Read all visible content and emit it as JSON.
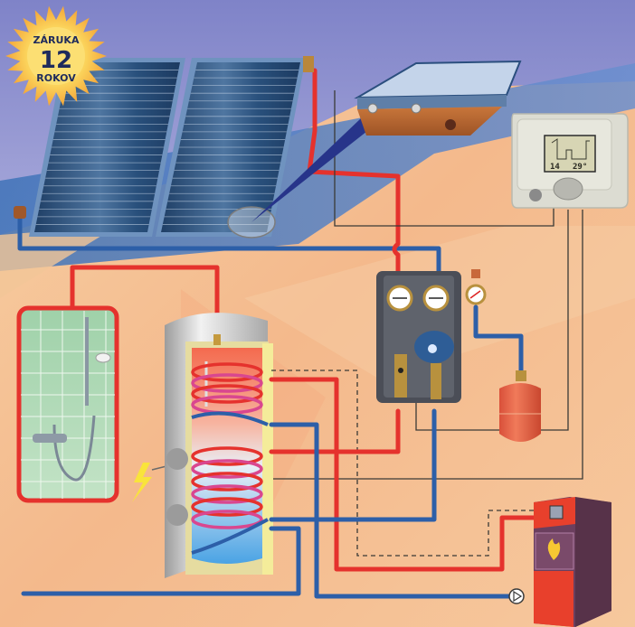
{
  "diagram": {
    "title": "Solar water heating system schematic",
    "warranty_badge": {
      "line1": "ZÁRUKA",
      "number": "12",
      "line2": "ROKOV",
      "color": "#f6b640"
    },
    "controller": {
      "display_left": "14",
      "display_right": "29°",
      "logo": "regulus-logo"
    },
    "components": [
      {
        "id": "solar-collector-1",
        "label": "Solar collector"
      },
      {
        "id": "solar-collector-2",
        "label": "Solar collector"
      },
      {
        "id": "collector-cutaway",
        "label": "Collector cross-section detail"
      },
      {
        "id": "solar-controller",
        "label": "Solar controller"
      },
      {
        "id": "pump-station",
        "label": "Solar pump station"
      },
      {
        "id": "expansion-vessel",
        "label": "Expansion vessel"
      },
      {
        "id": "storage-tank",
        "label": "Bivalent storage tank"
      },
      {
        "id": "shower",
        "label": "Shower"
      },
      {
        "id": "electric-heater",
        "label": "Electric heating element"
      },
      {
        "id": "boiler",
        "label": "Solid fuel boiler"
      },
      {
        "id": "circulation-pump",
        "label": "Boiler circulation pump"
      }
    ],
    "colors": {
      "hot_pipe": "#e5322d",
      "cold_pipe": "#2d5fa8",
      "background_warm": "#f5c79a",
      "sky": "#8c8fd0",
      "boiler_red": "#e8402c",
      "boiler_purple": "#6b3f5e",
      "expansion_vessel": "#e4603e"
    }
  }
}
